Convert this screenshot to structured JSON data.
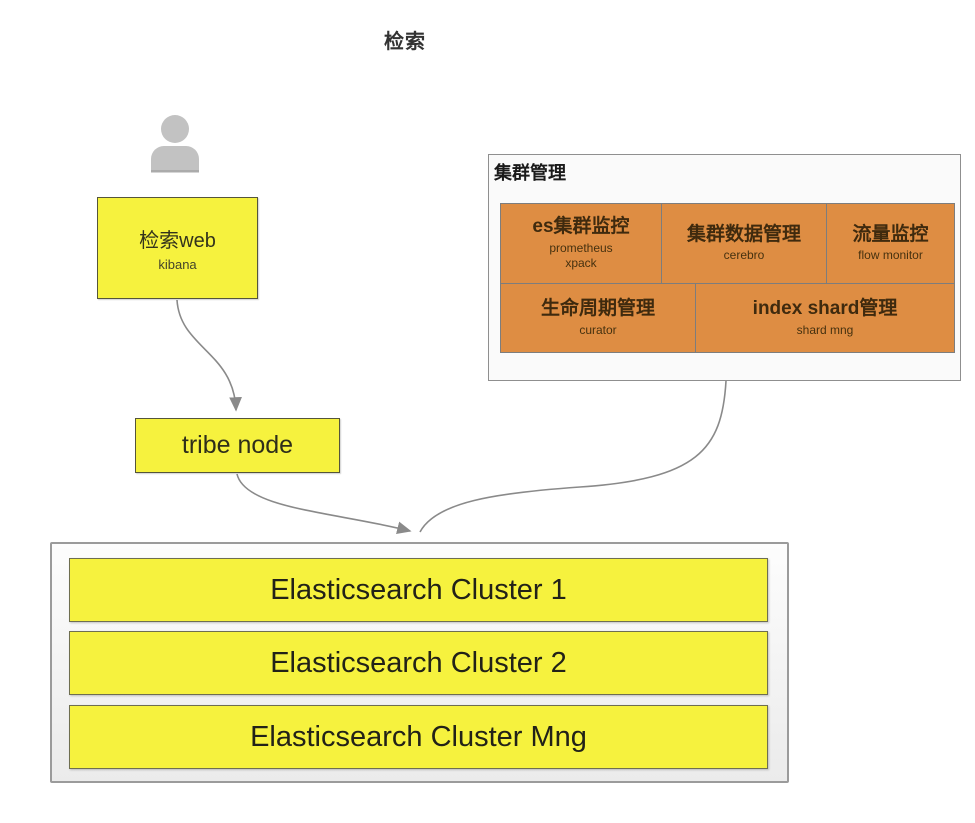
{
  "diagram": {
    "title": "检索",
    "kibana_box": {
      "label": "检索web",
      "sublabel": "kibana"
    },
    "tribe_node": {
      "label": "tribe node"
    },
    "cluster_mgmt": {
      "label": "集群管理",
      "cells": [
        {
          "label": "es集群监控",
          "sublabel": "prometheus\nxpack"
        },
        {
          "label": "集群数据管理",
          "sublabel": "cerebro"
        },
        {
          "label": "流量监控",
          "sublabel": "flow monitor"
        },
        {
          "label": "生命周期管理",
          "sublabel": "curator"
        },
        {
          "label": "index shard管理",
          "sublabel": "shard mng"
        }
      ]
    },
    "es_group": {
      "clusters": [
        {
          "label": "Elasticsearch Cluster 1"
        },
        {
          "label": "Elasticsearch Cluster 2"
        },
        {
          "label": "Elasticsearch Cluster Mng"
        }
      ]
    },
    "colors": {
      "yellow": "#f6f23e",
      "orange": "#de8d43",
      "arrow": "#8a8a8a",
      "person": "#c2c2c2"
    }
  }
}
